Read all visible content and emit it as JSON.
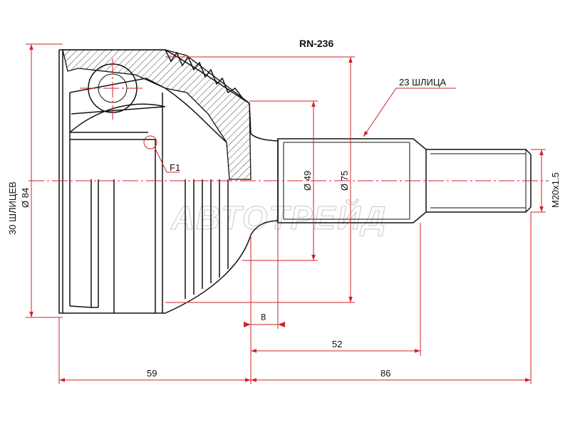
{
  "part_number": "RN-236",
  "labels": {
    "outer_splines": "30 ШЛИЦЕВ",
    "outer_diameter": "Ø 84",
    "inner_splines": "23 ШЛИЦА",
    "shaft_diameter": "Ø 49",
    "housing_diameter": "Ø 75",
    "thread": "M20x1.5",
    "feature": "F1",
    "dim_8": "8",
    "dim_52": "52",
    "dim_59": "59",
    "dim_86": "86"
  },
  "watermark": "ABTOTPEЙД",
  "colors": {
    "dimension": "#d2232a",
    "outline": "#111111",
    "watermark": "#c8c8c8"
  }
}
